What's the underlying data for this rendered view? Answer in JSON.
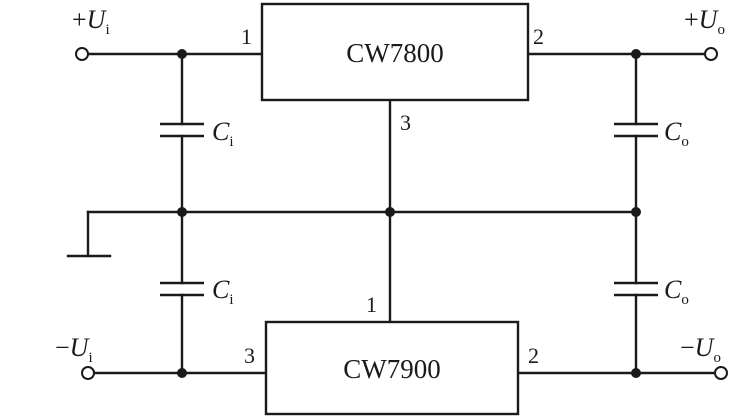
{
  "regulators": {
    "top": {
      "name": "CW7800",
      "pin_in": "1",
      "pin_out": "2",
      "pin_gnd": "3"
    },
    "bottom": {
      "name": "CW7900",
      "pin_gnd": "1",
      "pin_out": "2",
      "pin_in": "3"
    }
  },
  "terminals": {
    "pos_in": {
      "sign": "+",
      "symbol": "U",
      "sub": "i"
    },
    "neg_in": {
      "sign": "−",
      "symbol": "U",
      "sub": "i"
    },
    "pos_out": {
      "sign": "+",
      "symbol": "U",
      "sub": "o"
    },
    "neg_out": {
      "sign": "−",
      "symbol": "U",
      "sub": "o"
    }
  },
  "capacitors": {
    "ci_top": {
      "symbol": "C",
      "sub": "i"
    },
    "ci_bottom": {
      "symbol": "C",
      "sub": "i"
    },
    "co_top": {
      "symbol": "C",
      "sub": "o"
    },
    "co_bottom": {
      "symbol": "C",
      "sub": "o"
    }
  }
}
